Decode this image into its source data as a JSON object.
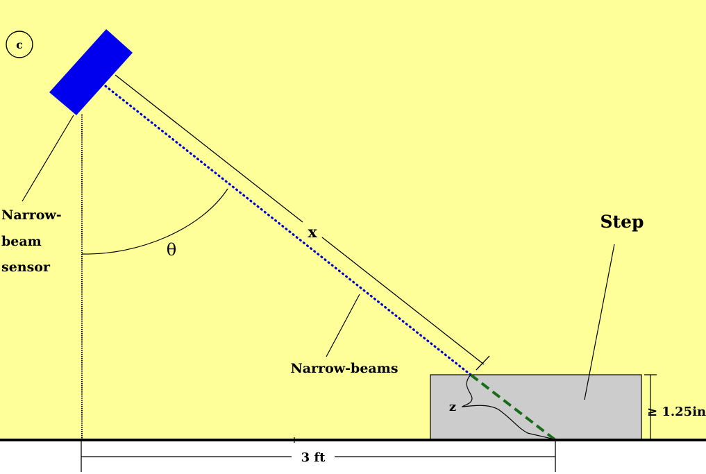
{
  "panel_label": "c",
  "labels": {
    "sensor_line1": "Narrow-",
    "sensor_line2": "beam",
    "sensor_line3": "sensor",
    "angle": "θ",
    "distance": "x",
    "beams": "Narrow-beams",
    "step": "Step",
    "z": "z",
    "step_height": "≥ 1.25in",
    "horizontal_distance": "3 ft"
  },
  "colors": {
    "background": "#FFFF99",
    "sensor": "#0000EE",
    "beam_dotted": "#0000CC",
    "beam_dashed": "#1A6B1A",
    "step_fill": "#CCCCCC"
  }
}
